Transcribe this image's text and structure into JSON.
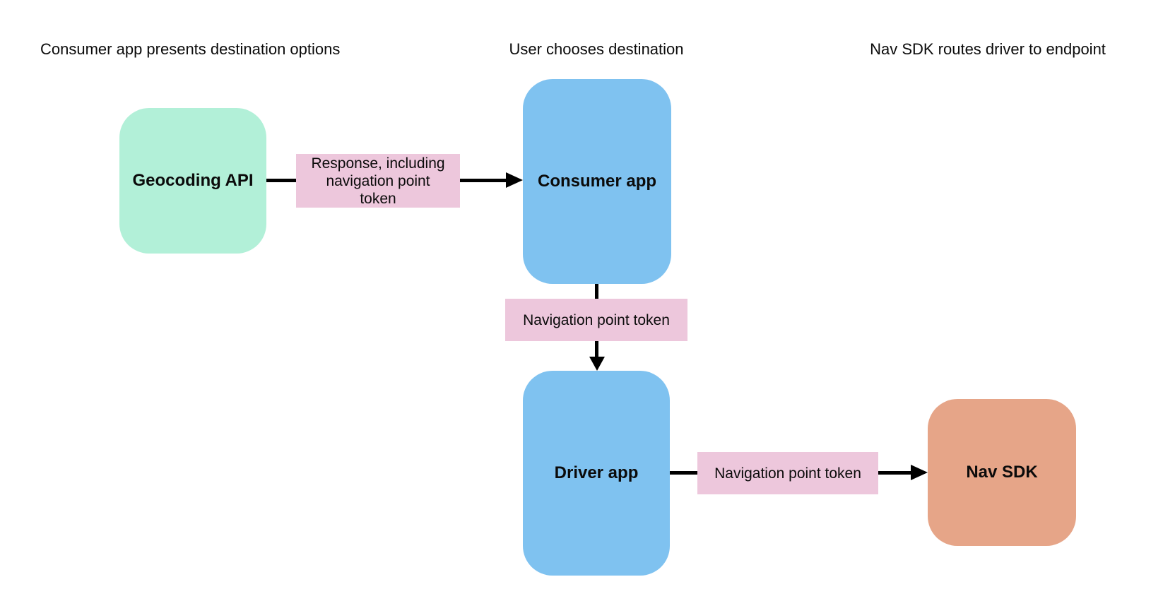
{
  "step_headings": [
    {
      "label": "Consumer app presents destination options"
    },
    {
      "label": "User chooses destination"
    },
    {
      "label": "Nav SDK routes driver to endpoint"
    }
  ],
  "nodes": [
    {
      "id": "geocoding-api",
      "label": "Geocoding API",
      "fill": "#b2f0d8"
    },
    {
      "id": "consumer-app",
      "label": "Consumer app",
      "fill": "#7fc2f0"
    },
    {
      "id": "driver-app",
      "label": "Driver app",
      "fill": "#7fc2f0"
    },
    {
      "id": "nav-sdk",
      "label": "Nav SDK",
      "fill": "#e6a588"
    }
  ],
  "edge_labels": [
    {
      "id": "geocoding-to-consumer",
      "label": "Response, including navigation point token",
      "fill": "#edc7dc"
    },
    {
      "id": "consumer-to-driver",
      "label": "Navigation point token",
      "fill": "#edc7dc"
    },
    {
      "id": "driver-to-navsdk",
      "label": "Navigation point token",
      "fill": "#edc7dc"
    }
  ],
  "colors": {
    "background": "#ffffff",
    "arrow": "#000000",
    "text": "#0b0b0b",
    "node_green": "#b2f0d8",
    "node_blue": "#7fc2f0",
    "node_orange": "#e6a588",
    "edge_label_pink": "#edc7dc"
  }
}
